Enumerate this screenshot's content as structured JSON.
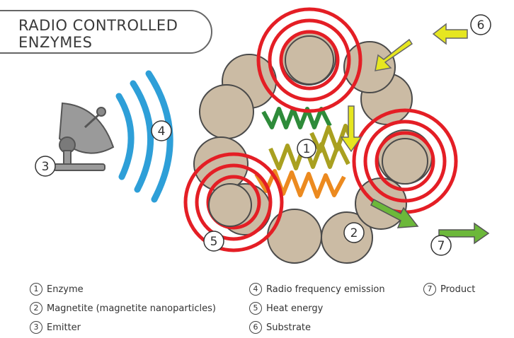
{
  "title": {
    "line1": "RADIO CONTROLLED",
    "line2": "ENZYMES"
  },
  "markers": [
    "1",
    "2",
    "3",
    "4",
    "5",
    "6",
    "7"
  ],
  "legend": [
    {
      "num": "1",
      "label": "Enzyme"
    },
    {
      "num": "2",
      "label": "Magnetite (magnetite nanoparticles)"
    },
    {
      "num": "3",
      "label": "Emitter"
    },
    {
      "num": "4",
      "label": "Radio frequency emission"
    },
    {
      "num": "5",
      "label": "Heat energy"
    },
    {
      "num": "6",
      "label": "Substrate"
    },
    {
      "num": "7",
      "label": "Product"
    }
  ],
  "colors": {
    "particle": "#cbbba4",
    "outline": "#4a4a4a",
    "heat": "#e41e25",
    "wave": "#2e9fd8",
    "spring_green": "#2e8b3a",
    "spring_olive": "#a9a020",
    "spring_orange": "#ec8a1f",
    "substrate_arrow": "#e6e620",
    "product_arrow": "#6cb83a",
    "emitter": "#9a9a9a"
  }
}
